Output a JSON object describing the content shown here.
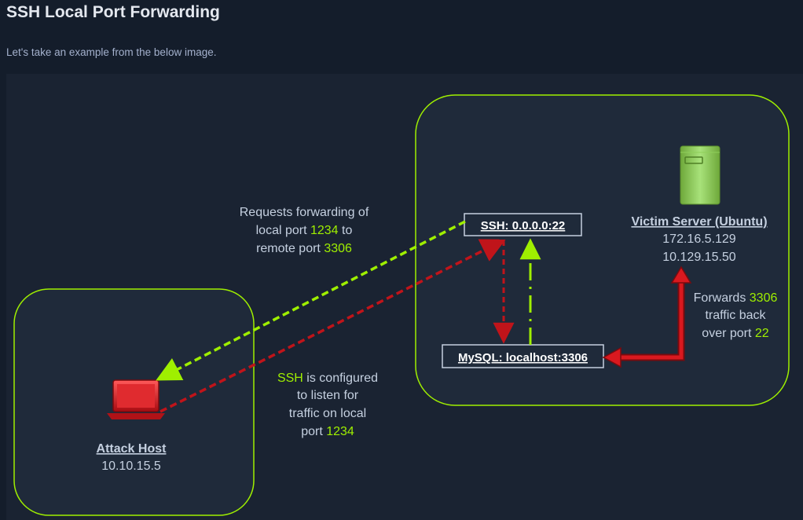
{
  "page": {
    "title": "SSH Local Port Forwarding",
    "intro": "Let's take an example from the below image."
  },
  "colors": {
    "background": "#141d2b",
    "panel": "#1a2332",
    "box_fill": "#1f2a3a",
    "green": "#9fef00",
    "red": "#c0141a",
    "text": "#c5d0e0",
    "white": "#ffffff"
  },
  "diagram": {
    "attack_host": {
      "name": "Attack Host",
      "ip": "10.10.15.5",
      "icon": "laptop-icon"
    },
    "victim_server": {
      "name": "Victim Server (Ubuntu)",
      "ips": [
        "172.16.5.129",
        "10.129.15.50"
      ],
      "icon": "server-icon"
    },
    "ssh_label": "SSH: 0.0.0.0:22",
    "mysql_label": "MySQL: localhost:3306",
    "request_note": {
      "line1": "Requests forwarding of",
      "line2_a": "local port ",
      "line2_b": "1234",
      "line2_c": " to",
      "line3_a": "remote port ",
      "line3_b": "3306"
    },
    "ssh_note": {
      "line1_a": "SSH",
      "line1_b": " is configured",
      "line2": "to listen for",
      "line3": "traffic on local",
      "line4_a": "port ",
      "line4_b": "1234"
    },
    "forward_note": {
      "line1_a": "Forwards ",
      "line1_b": "3306",
      "line2": "traffic back",
      "line3_a": "over port ",
      "line3_b": "22"
    }
  }
}
